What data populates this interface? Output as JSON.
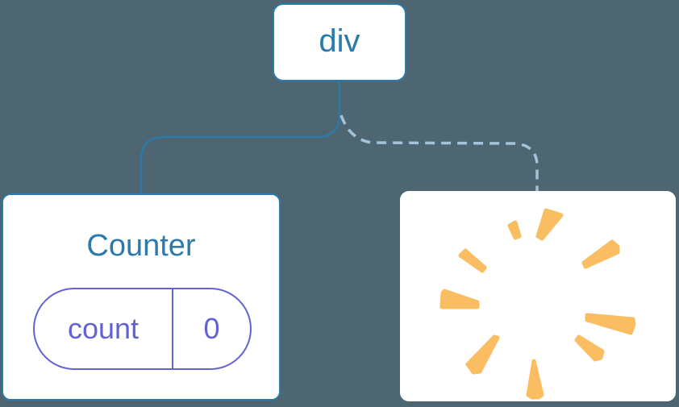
{
  "diagram": {
    "root": {
      "label": "div"
    },
    "counter": {
      "title": "Counter",
      "state_key": "count",
      "state_value": "0"
    },
    "poof": {
      "icon": "poof-burst-icon"
    },
    "connectors": [
      {
        "style": "solid",
        "to": "counter-card"
      },
      {
        "style": "dashed",
        "to": "poof-card"
      }
    ],
    "colors": {
      "background": "#4d6672",
      "card_bg": "#ffffff",
      "accent_blue": "#2b7aa9",
      "dashed_blue": "#a3c3d8",
      "purple": "#6262d3",
      "orange": "#fabd62"
    }
  }
}
